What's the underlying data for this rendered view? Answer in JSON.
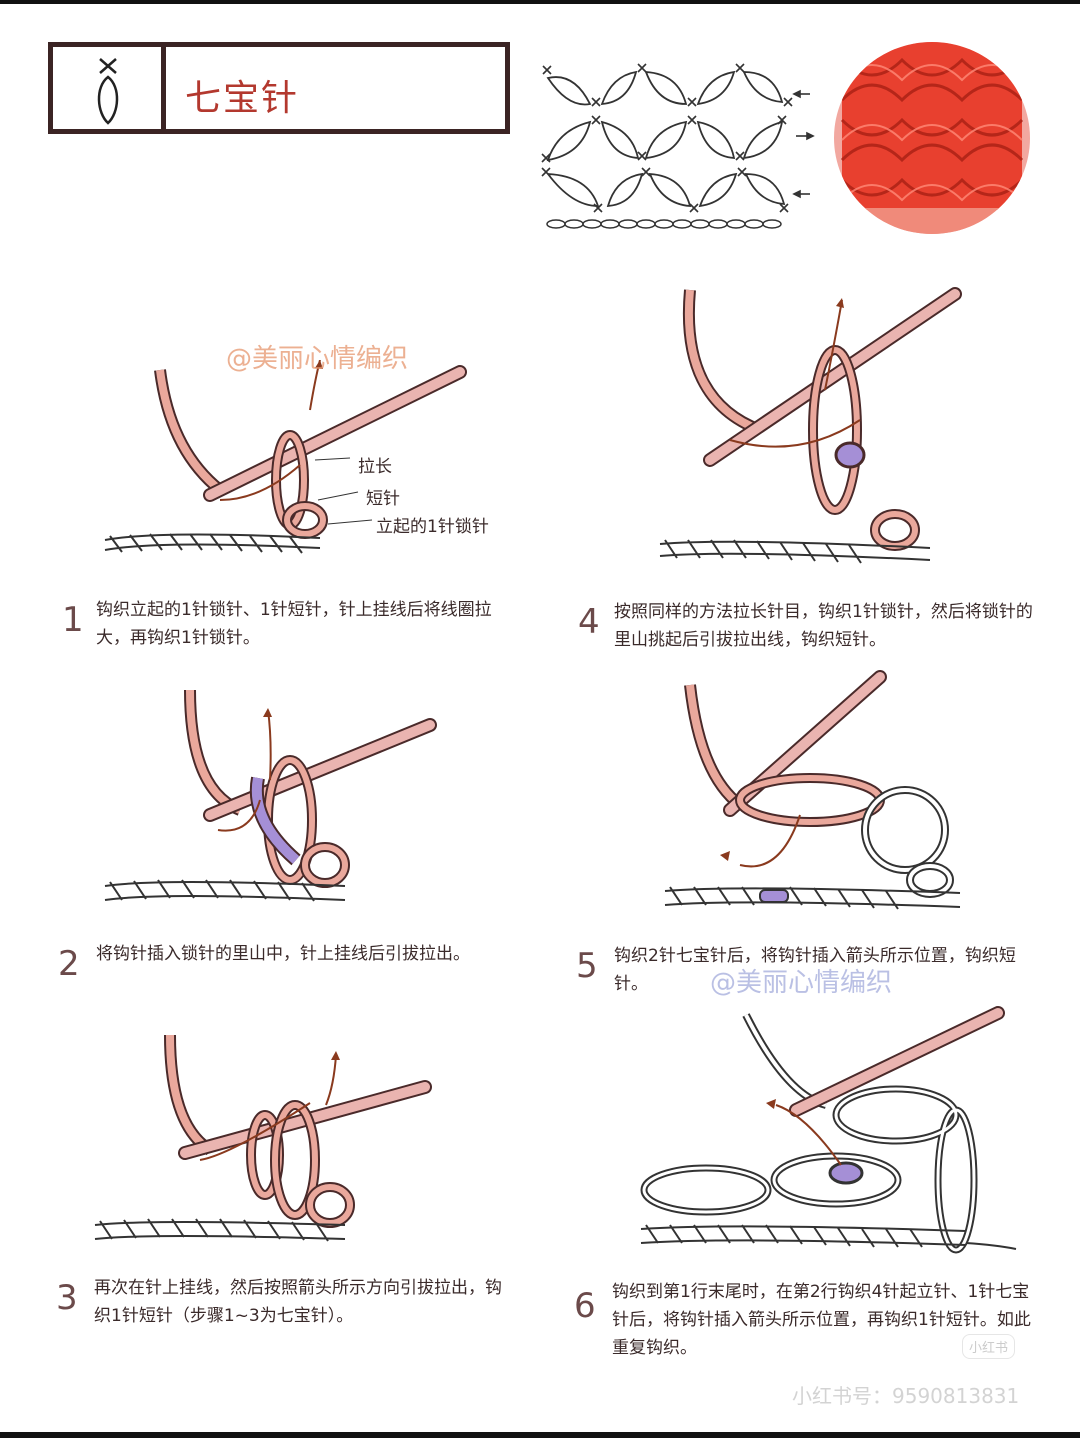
{
  "title": "七宝针",
  "step_labels": {
    "pull_long": "拉长",
    "single_crochet": "短针",
    "turning_chain": "立起的1针锁针"
  },
  "steps": [
    {
      "number": "1",
      "text": "钩织立起的1针锁针、1针短针，针上挂线后将线圈拉大，再钩织1针锁针。"
    },
    {
      "number": "2",
      "text": "将钩针插入锁针的里山中，针上挂线后引拔拉出。"
    },
    {
      "number": "3",
      "text": "再次在针上挂线，然后按照箭头所示方向引拔拉出，钩织1针短针（步骤1~3为七宝针）。"
    },
    {
      "number": "4",
      "text": "按照同样的方法拉长针目，钩织1针锁针，然后将锁针的里山挑起后引拔拉出线，钩织短针。"
    },
    {
      "number": "5",
      "text": "钩织2针七宝针后，将钩针插入箭头所示位置，钩织短针。"
    },
    {
      "number": "6",
      "text": "钩织到第1行末尾时，在第2行钩织4针起立针、1针七宝针后，将钩针插入箭头所示位置，再钩织1针短针。如此重复钩织。"
    }
  ],
  "watermarks": {
    "top": "@美丽心情编织",
    "middle": "@美丽心情编织",
    "footer": "小红书号：9590813831",
    "logo": "小红书"
  },
  "colors": {
    "title_red": "#b3382e",
    "yarn_pink": "#eaa89c",
    "yarn_outline": "#4a2a2a",
    "highlight_purple": "#a58fd6",
    "arrow_brown": "#8a3a1e",
    "swatch_red": "#e8402f"
  }
}
